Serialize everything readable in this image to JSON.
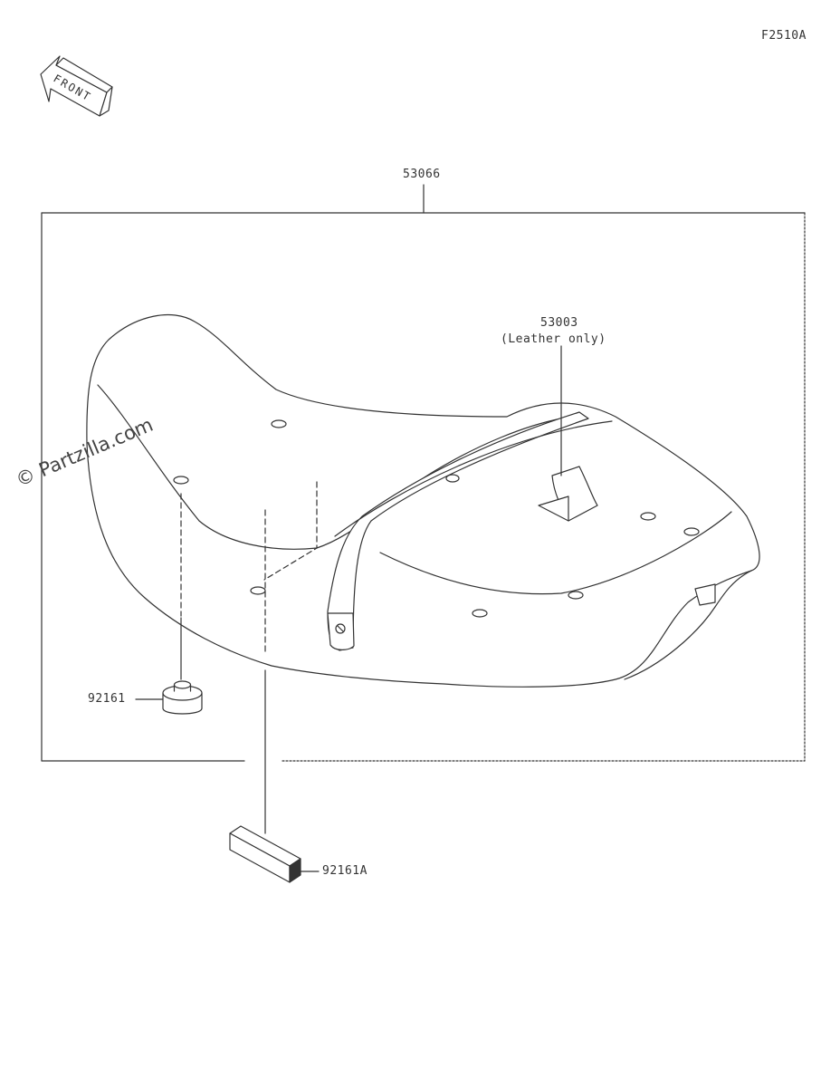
{
  "figure_code": "F2510A",
  "front_arrow_text": "FRONT",
  "watermark": "© Partzilla.com",
  "parts": {
    "seat_assembly": "53066",
    "emblem_number": "53003",
    "emblem_note": "(Leather only)",
    "damper": "92161",
    "pad": "92161A"
  },
  "colors": {
    "line": "#333333",
    "background": "#ffffff"
  }
}
